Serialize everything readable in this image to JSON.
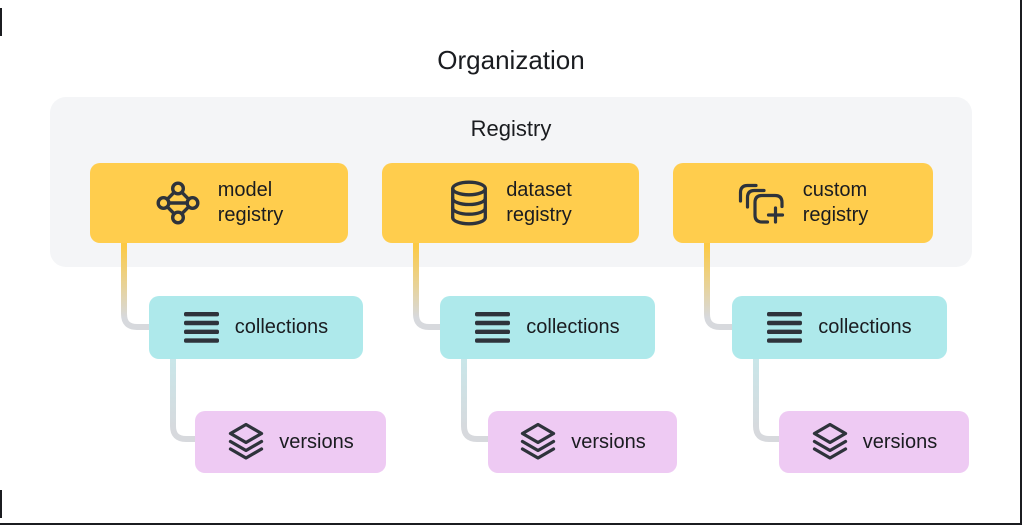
{
  "title": "Organization",
  "registry_label": "Registry",
  "columns": [
    {
      "registry": {
        "line1": "model",
        "line2": "registry",
        "icon": "model-network-icon"
      },
      "collections": {
        "label": "collections",
        "icon": "list-lines-icon"
      },
      "versions": {
        "label": "versions",
        "icon": "layers-stack-icon"
      }
    },
    {
      "registry": {
        "line1": "dataset",
        "line2": "registry",
        "icon": "database-icon"
      },
      "collections": {
        "label": "collections",
        "icon": "list-lines-icon"
      },
      "versions": {
        "label": "versions",
        "icon": "layers-stack-icon"
      }
    },
    {
      "registry": {
        "line1": "custom",
        "line2": "registry",
        "icon": "stacked-squares-plus-icon"
      },
      "collections": {
        "label": "collections",
        "icon": "list-lines-icon"
      },
      "versions": {
        "label": "versions",
        "icon": "layers-stack-icon"
      }
    }
  ],
  "colors": {
    "registry_box": "#ffcd4d",
    "collections_box": "#aee9eb",
    "versions_box": "#eecaf3",
    "panel_bg": "#f4f5f7",
    "text": "#1a1c20",
    "icon_stroke": "#2e333b",
    "connector_gray": "#d7d9dd",
    "connector_yellow_start": "#fcca45",
    "connector_cyan_start": "#c9e6e9",
    "frame_line": "#1b1c20"
  }
}
